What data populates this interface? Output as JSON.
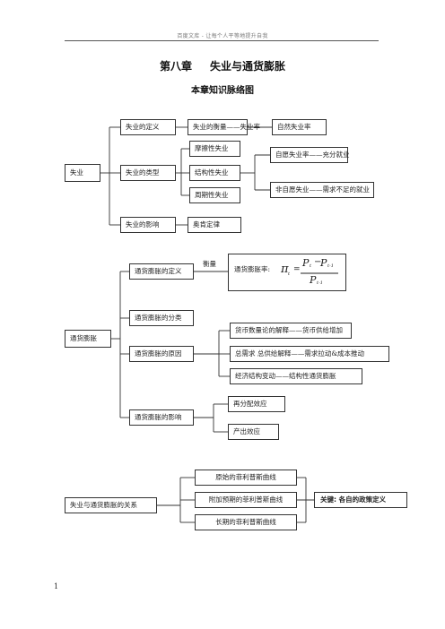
{
  "header": {
    "text": "百度文库 - 让每个人平等地提升自我"
  },
  "chapter": {
    "number": "第八章",
    "name": "失业与通货膨胀"
  },
  "subtitle": "本章知识脉络图",
  "map1": {
    "root": "失业",
    "definition": "失业的定义",
    "measure": "失业的衡量——失业率",
    "natural": "自然失业率",
    "types": "失业的类型",
    "frictional": "摩擦性失业",
    "structural": "结构性失业",
    "cyclical": "周期性失业",
    "voluntary": "自愿失业率——充分就业",
    "involuntary": "非自愿失业——需求不足的就业",
    "impact": "失业的影响",
    "okun": "奥肯定律"
  },
  "map2": {
    "root": "通货膨胀",
    "definition": "通货膨胀的定义",
    "measure_label": "衡量",
    "rate_label": "通货膨胀率:",
    "formula": {
      "pi": "π",
      "sub_t": "t",
      "equals": "=",
      "p": "P",
      "minus": "−",
      "sub_t1": "t-1"
    },
    "classification": "通货膨胀的分类",
    "causes": "通货膨胀的原因",
    "quantity": "货币数量论的解释——货币供给增加",
    "demand_supply": "总需求 总供给解释——需求拉动&成本推动",
    "structure": "经济结构变动——结构性通货膨胀",
    "effects": "通货膨胀的影响",
    "redistribution": "再分配效应",
    "output": "产出效应"
  },
  "map3": {
    "root": "失业与通货膨胀的关系",
    "original": "原始的菲利普斯曲线",
    "expected": "附加预期的菲利普斯曲线",
    "longrun": "长期的菲利普斯曲线",
    "key": "关键: 各自的政策定义"
  },
  "page_number": "1"
}
